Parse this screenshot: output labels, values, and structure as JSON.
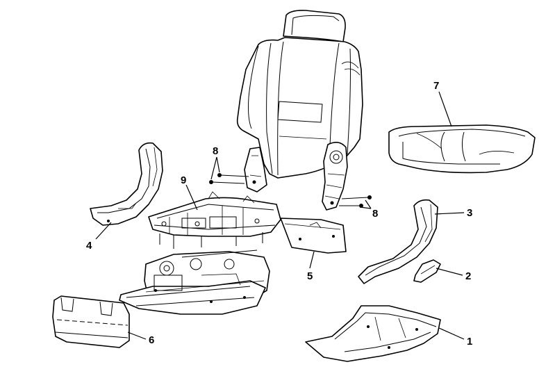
{
  "callouts": {
    "c1": "1",
    "c2": "2",
    "c3": "3",
    "c4": "4",
    "c5": "5",
    "c6": "6",
    "c7": "7",
    "c8a": "8",
    "c8b": "8",
    "c9": "9"
  }
}
